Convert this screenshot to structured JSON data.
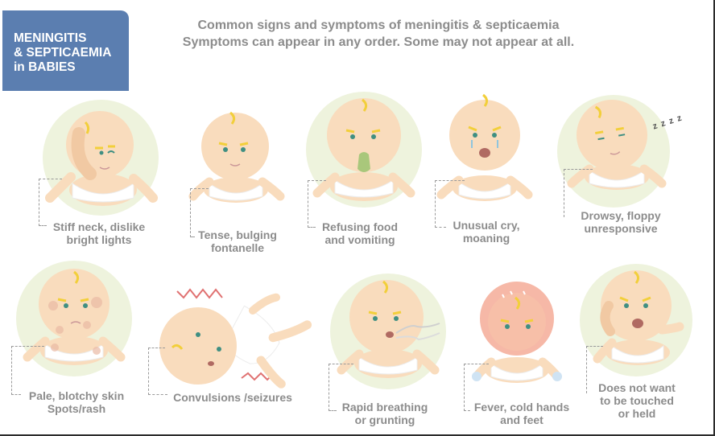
{
  "title_badge": {
    "line1": "MENINGITIS",
    "line2": "& SEPTICAEMIA",
    "line3": "in BABIES",
    "color": "#5b7eb0"
  },
  "header": {
    "line1": "Common signs and symptoms of meningitis & septicaemia",
    "line2": "Symptoms can appear in any order. Some may not appear at all."
  },
  "symptoms": [
    {
      "line1": "Stiff neck, dislike",
      "line2": "bright lights",
      "icon": "baby-stiff-neck-icon"
    },
    {
      "line1": "Tense, bulging",
      "line2": "fontanelle",
      "icon": "baby-bulging-fontanelle-icon"
    },
    {
      "line1": "Refusing food",
      "line2": "and vomiting",
      "icon": "baby-vomiting-icon"
    },
    {
      "line1": "Unusual cry,",
      "line2": "moaning",
      "icon": "baby-crying-icon"
    },
    {
      "line1": "Drowsy, floppy",
      "line2": "unresponsive",
      "icon": "baby-drowsy-icon",
      "zzz": "z z z z"
    },
    {
      "line1": "Pale, blotchy skin",
      "line2": "Spots/rash",
      "icon": "baby-rash-icon"
    },
    {
      "line1": "Convulsions /seizures",
      "icon": "baby-convulsion-icon"
    },
    {
      "line1": "Rapid breathing",
      "line2": "or grunting",
      "icon": "baby-breathing-icon"
    },
    {
      "line1": "Fever, cold hands",
      "line2": "and feet",
      "icon": "baby-fever-icon"
    },
    {
      "line1": "Does not want",
      "line2": "to be touched",
      "line3": "or held",
      "icon": "baby-touch-averse-icon"
    }
  ],
  "colors": {
    "skin": "#f9dcbd",
    "skin_shade": "#f1c9a3",
    "glow": "#eef3dd",
    "diaper": "#ffffff",
    "hair": "#f2cf3b",
    "eye": "#3f8f82",
    "label": "#8c8c8c",
    "vomit": "#a9c77b",
    "fever": "#f3a08a",
    "rash": "#e9b9a4",
    "zigzag": "#e07272"
  }
}
